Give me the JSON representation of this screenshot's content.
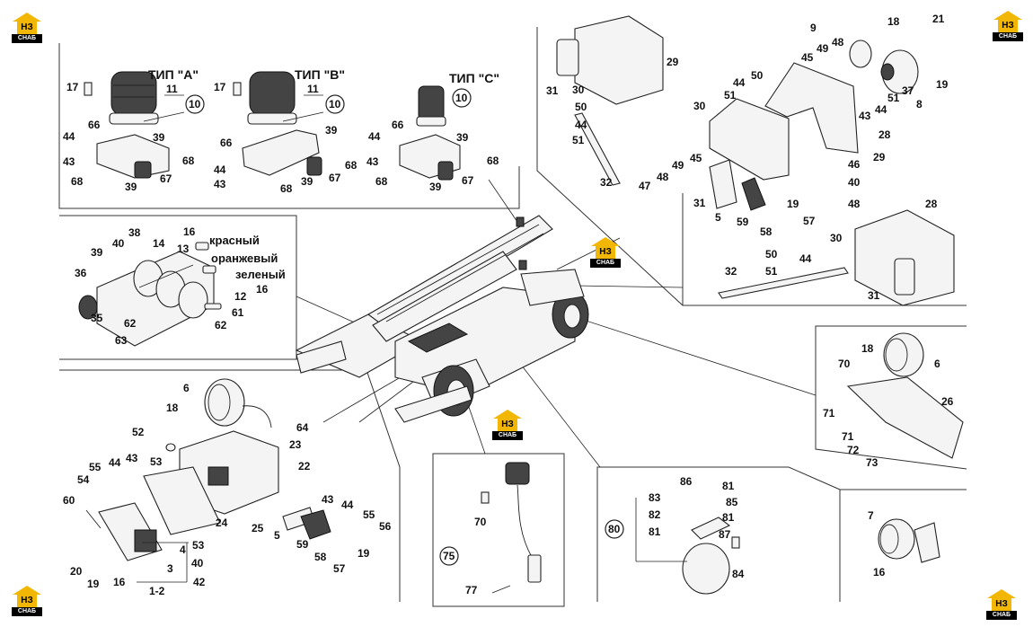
{
  "logo": {
    "mark": "НЗ",
    "caption": "СНАБ"
  },
  "type_labels": [
    "ТИП \"A\"",
    "ТИП \"B\"",
    "ТИП \"C\""
  ],
  "color_labels": [
    "красный",
    "оранжевый",
    "зеленый"
  ],
  "callouts": {
    "c_17a": "17",
    "c_11a": "11",
    "c_10a": "10",
    "c_66a": "66",
    "c_39a1": "39",
    "c_68a1": "68",
    "c_44a": "44",
    "c_43a": "43",
    "c_67a": "67",
    "c_68a2": "68",
    "c_39a2": "39",
    "c_17b": "17",
    "c_11b": "11",
    "c_10b": "10",
    "c_66b": "66",
    "c_39b1": "39",
    "c_68b1": "68",
    "c_44b": "44",
    "c_43b": "43",
    "c_68b2": "68",
    "c_39b2": "39",
    "c_67b": "67",
    "c_10c": "10",
    "c_66c": "66",
    "c_44c": "44",
    "c_43c": "43",
    "c_39c1": "39",
    "c_68c1": "68",
    "c_67c": "67",
    "c_68c2": "68",
    "c_39c2": "39",
    "c_16l": "16",
    "c_38": "38",
    "c_40l": "40",
    "c_39l": "39",
    "c_14": "14",
    "c_13": "13",
    "c_36": "36",
    "c_16l2": "16",
    "c_12": "12",
    "c_61": "61",
    "c_35": "35",
    "c_62a": "62",
    "c_62b": "62",
    "c_63": "63",
    "c_6a": "6",
    "c_18a": "18",
    "c_52": "52",
    "c_64": "64",
    "c_23": "23",
    "c_53a": "53",
    "c_22": "22",
    "c_55a": "55",
    "c_44d": "44",
    "c_43d": "43",
    "c_54": "54",
    "c_60": "60",
    "c_24": "24",
    "c_25": "25",
    "c_43e": "43",
    "c_44e": "44",
    "c_55b": "55",
    "c_56": "56",
    "c_5a": "5",
    "c_59a": "59",
    "c_58a": "58",
    "c_57a": "57",
    "c_19a": "19",
    "c_4": "4",
    "c_53b": "53",
    "c_40b": "40",
    "c_42": "42",
    "c_3": "3",
    "c_20": "20",
    "c_19b": "19",
    "c_16b": "16",
    "c_12l": "1-2",
    "c_70a": "70",
    "c_75": "75",
    "c_77": "77",
    "c_86": "86",
    "c_81a": "81",
    "c_83": "83",
    "c_85": "85",
    "c_82": "82",
    "c_81b": "81",
    "c_80": "80",
    "c_81c": "81",
    "c_87": "87",
    "c_84": "84",
    "c_7": "7",
    "c_16r": "16",
    "c_29a": "29",
    "c_31a": "31",
    "c_30a": "30",
    "c_50a": "50",
    "c_44f": "44",
    "c_51a": "51",
    "c_32a": "32",
    "c_9": "9",
    "c_18r": "18",
    "c_21": "21",
    "c_49a": "49",
    "c_48a": "48",
    "c_45a": "45",
    "c_50b": "50",
    "c_44g": "44",
    "c_51b": "51",
    "c_37": "37",
    "c_8": "8",
    "c_19r": "19",
    "c_30b": "30",
    "c_43f": "43",
    "c_44h": "44",
    "c_51c": "51",
    "c_28a": "28",
    "c_29b": "29",
    "c_45b": "45",
    "c_49b": "49",
    "c_48b": "48",
    "c_47": "47",
    "c_46": "46",
    "c_40r": "40",
    "c_48c": "48",
    "c_31b": "31",
    "c_5r": "5",
    "c_19s": "19",
    "c_59r": "59",
    "c_58r": "58",
    "c_57r": "57",
    "c_28b": "28",
    "c_30c": "30",
    "c_50c": "50",
    "c_44i": "44",
    "c_51d": "51",
    "c_32b": "32",
    "c_31c": "31",
    "c_18s": "18",
    "c_6b": "6",
    "c_70b": "70",
    "c_71a": "71",
    "c_26": "26",
    "c_71b": "71",
    "c_72": "72",
    "c_73": "73"
  }
}
